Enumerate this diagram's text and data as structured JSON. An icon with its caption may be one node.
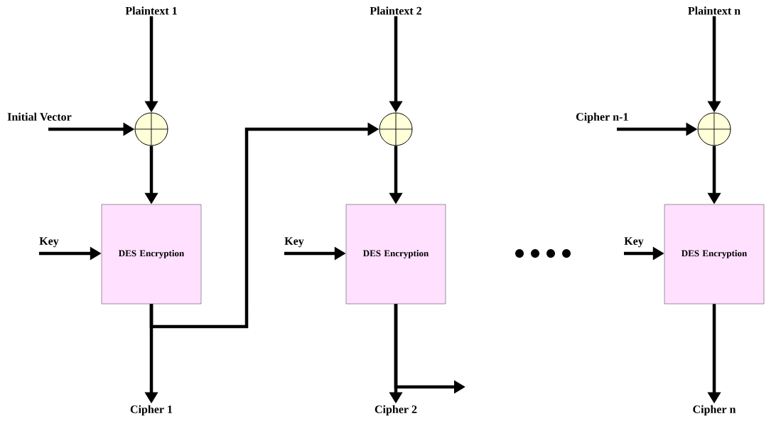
{
  "diagram": {
    "nodes": [
      {
        "text": [
          "Plaintext 1"
        ]
      },
      {
        "text": [],
        "shape": "circle"
      },
      {
        "text": [
          "Initial Vector"
        ]
      },
      {
        "text": [
          "DES Encryption"
        ]
      },
      {
        "text": [
          "Key"
        ]
      },
      {
        "text": [
          "Cipher 1"
        ]
      },
      {
        "text": [
          "Plaintext 2"
        ]
      },
      {
        "text": [],
        "shape": "circle"
      },
      {
        "text": [
          "DES Encryption"
        ]
      },
      {
        "text": [
          "Key"
        ]
      },
      {
        "text": [
          "Cipher 2"
        ]
      },
      {
        "text": [
          "Plaintext n"
        ]
      },
      {
        "text": [
          "Cipher n-1"
        ]
      },
      {
        "text": [],
        "shape": "circle"
      },
      {
        "text": [
          "Key"
        ]
      },
      {
        "text": [
          "DES Encryption"
        ]
      },
      {
        "text": [
          "Cipher n"
        ]
      }
    ],
    "edges": [
      {
        "from": 0,
        "to": 1,
        "arrow": "to"
      },
      {
        "from": 2,
        "to": 1,
        "arrow": "to"
      },
      {
        "from": 1,
        "to": 3,
        "arrow": "to"
      },
      {
        "from": 4,
        "to": 3,
        "arrow": "to"
      },
      {
        "from": 3,
        "to": 5,
        "arrow": "to"
      },
      {
        "from": 3,
        "to": 7,
        "arrow": "to"
      },
      {
        "from": 6,
        "to": 7,
        "arrow": "to"
      },
      {
        "from": 7,
        "to": 8,
        "arrow": "to"
      },
      {
        "from": 9,
        "to": 8,
        "arrow": "to"
      },
      {
        "from": 8,
        "to": 10,
        "arrow": "to"
      },
      {
        "from": 8,
        "to": null,
        "arrow": "to"
      },
      {
        "from": 11,
        "to": 13,
        "arrow": "to"
      },
      {
        "from": 12,
        "to": 13,
        "arrow": "to"
      },
      {
        "from": 13,
        "to": 15,
        "arrow": "to"
      },
      {
        "from": 14,
        "to": 15,
        "arrow": "to"
      },
      {
        "from": 15,
        "to": 16,
        "arrow": "to"
      }
    ]
  }
}
